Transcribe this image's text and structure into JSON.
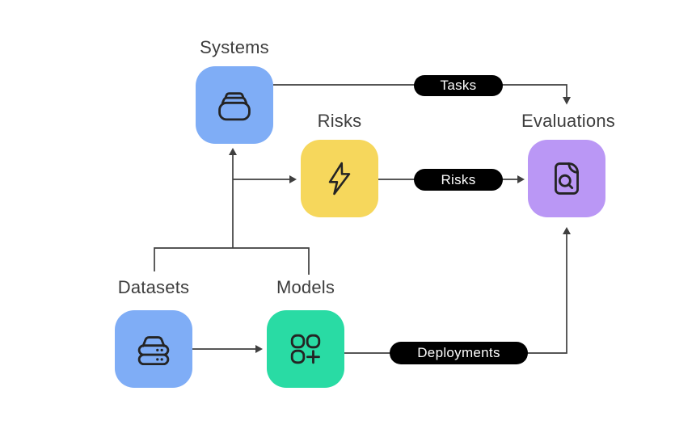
{
  "nodes": {
    "systems": {
      "label": "Systems",
      "color": "#7fadf6",
      "icon": "archive-stack-icon"
    },
    "risks": {
      "label": "Risks",
      "color": "#f6d75c",
      "icon": "lightning-bolt-icon"
    },
    "evaluations": {
      "label": "Evaluations",
      "color": "#ba97f5",
      "icon": "document-search-icon"
    },
    "datasets": {
      "label": "Datasets",
      "color": "#7fadf6",
      "icon": "database-stack-icon"
    },
    "models": {
      "label": "Models",
      "color": "#29dba4",
      "icon": "apps-plus-icon"
    }
  },
  "edges": {
    "tasks": {
      "label": "Tasks",
      "from": "systems",
      "to": "evaluations"
    },
    "risks": {
      "label": "Risks",
      "from": "risks",
      "to": "evaluations"
    },
    "deployments": {
      "label": "Deployments",
      "from": "models",
      "to": "evaluations"
    },
    "unlabeled": [
      {
        "from": "datasets",
        "to": "models"
      },
      {
        "from": "datasets+models",
        "to": "systems"
      },
      {
        "from": "datasets+models junction",
        "to": "risks"
      }
    ]
  },
  "colors": {
    "background": "#ffffff",
    "edge": "#3f3f3f",
    "pill_bg": "#000000",
    "pill_text": "#ffffff",
    "label_text": "#3d3d3d",
    "icon_stroke": "#242424"
  }
}
